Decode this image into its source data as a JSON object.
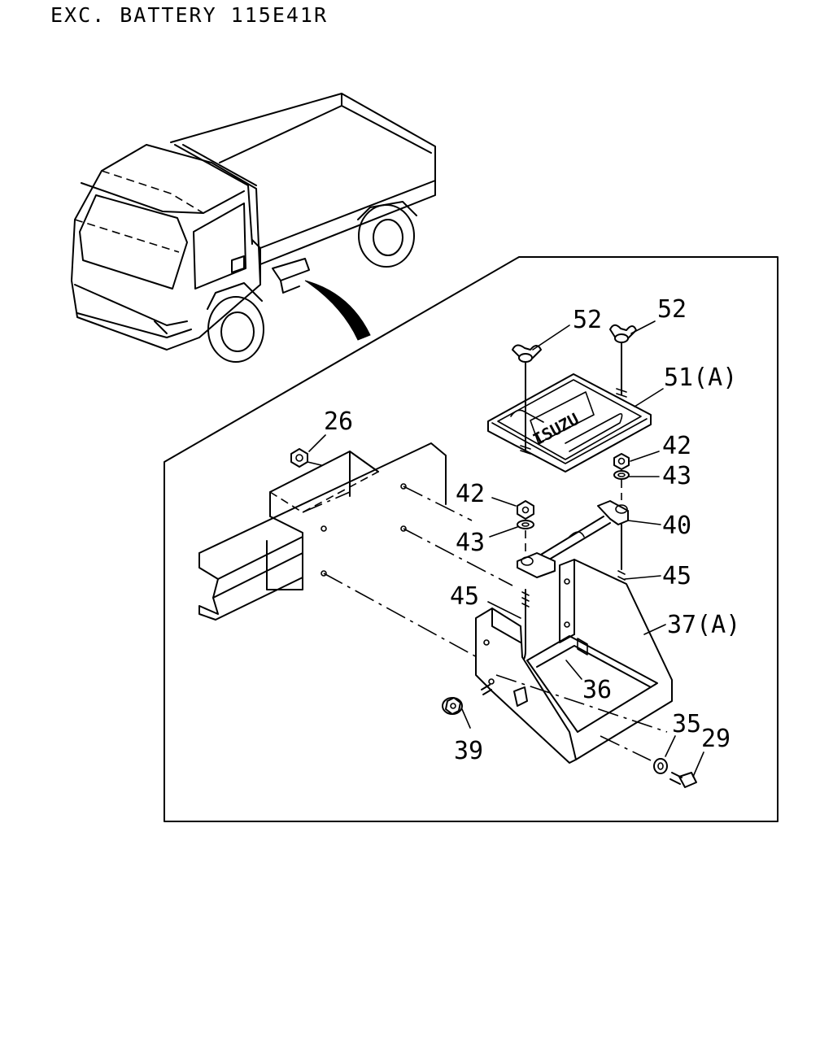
{
  "header": {
    "title": "EXC. BATTERY 115E41R"
  },
  "emblem": "ISUZU",
  "callouts": [
    "52",
    "52",
    "51(A)",
    "26",
    "42",
    "43",
    "42",
    "43",
    "40",
    "45",
    "45",
    "37(A)",
    "36",
    "35",
    "29",
    "39"
  ]
}
